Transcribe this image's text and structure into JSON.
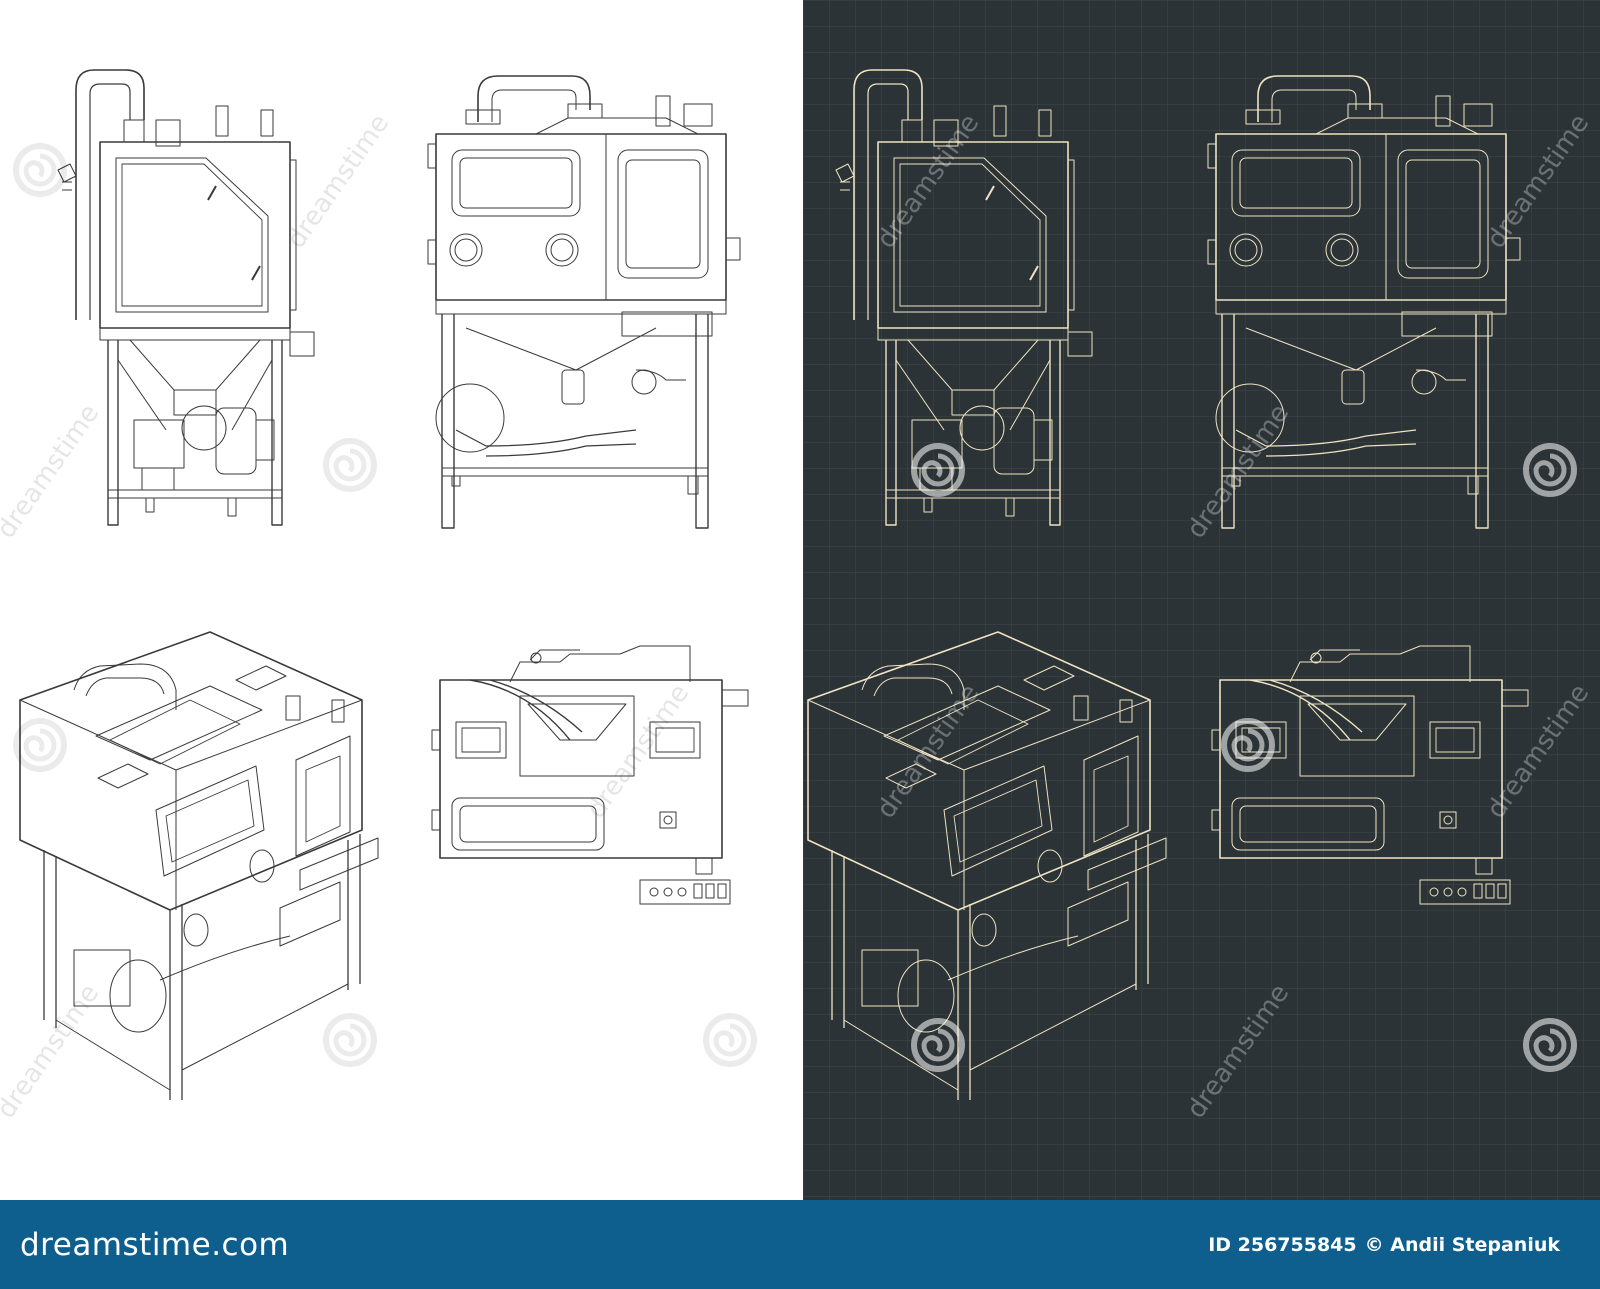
{
  "footer": {
    "brand": "dreamstime.com",
    "image_id": "ID 256755845",
    "copyright": "© Andii Stepaniuk"
  },
  "watermark": {
    "text": "dreamstime"
  },
  "colors": {
    "light_background": "#ffffff",
    "light_stroke": "#3a3a3a",
    "dark_background": "#2b3337",
    "dark_stroke": "#efe3c2",
    "footer_background": "#0f5f8e"
  },
  "panels": [
    {
      "theme": "light",
      "view": "side"
    },
    {
      "theme": "light",
      "view": "front"
    },
    {
      "theme": "light",
      "view": "isometric"
    },
    {
      "theme": "light",
      "view": "top"
    },
    {
      "theme": "dark",
      "view": "side"
    },
    {
      "theme": "dark",
      "view": "front"
    },
    {
      "theme": "dark",
      "view": "isometric"
    },
    {
      "theme": "dark",
      "view": "top"
    }
  ]
}
